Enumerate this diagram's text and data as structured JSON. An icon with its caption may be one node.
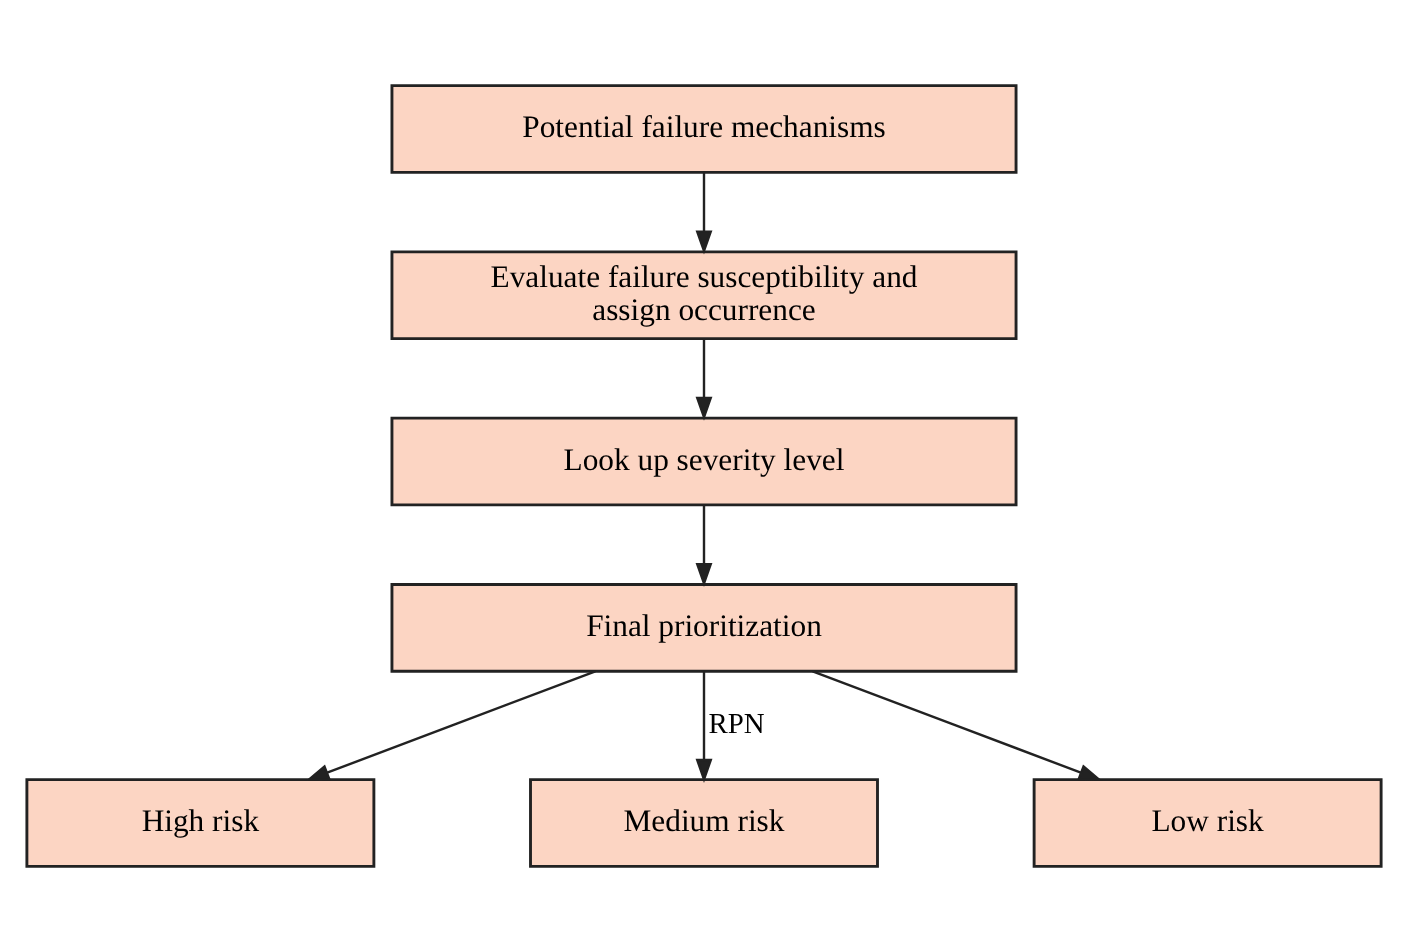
{
  "diagram": {
    "nodes": [
      {
        "text": [
          "Potential failure mechanisms"
        ]
      },
      {
        "text": [
          "Evaluate failure susceptibility and assign occurrence"
        ]
      },
      {
        "text": [
          "Look up severity level"
        ]
      },
      {
        "text": [
          "Final prioritization"
        ]
      },
      {
        "text": [
          "High risk"
        ]
      },
      {
        "text": [
          "Medium risk"
        ]
      },
      {
        "text": [
          "Low risk"
        ]
      }
    ],
    "edges": [
      {
        "from": 0,
        "to": 1,
        "arrow": "to"
      },
      {
        "from": 1,
        "to": 2,
        "arrow": "to"
      },
      {
        "from": 2,
        "to": 3,
        "arrow": "to"
      },
      {
        "from": 3,
        "to": 4,
        "arrow": "to"
      },
      {
        "from": 3,
        "to": 5,
        "arrow": "to",
        "label": "RPN"
      },
      {
        "from": 3,
        "to": 6,
        "arrow": "to"
      }
    ]
  }
}
